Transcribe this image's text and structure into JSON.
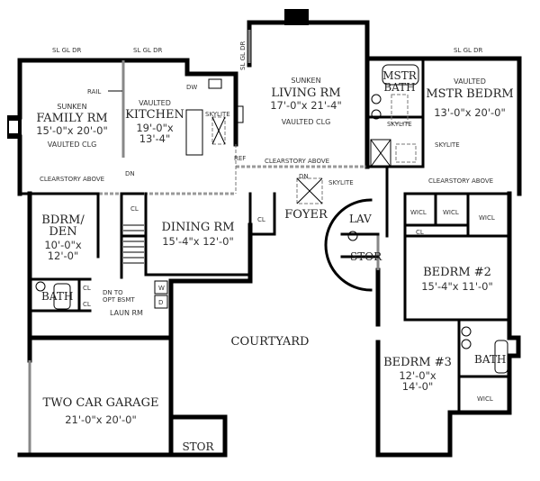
{
  "plan": {
    "door_label": "SL GL DR",
    "rooms": {
      "family": {
        "qualifier": "SUNKEN",
        "name": "FAMILY RM",
        "size": "15'-0\"x 20'-0\"",
        "note": "VAULTED CLG"
      },
      "kitchen": {
        "qualifier": "VAULTED",
        "name": "KITCHEN",
        "size_line1": "19'-0\"x",
        "size_line2": "13'-4\""
      },
      "living": {
        "qualifier": "SUNKEN",
        "name": "LIVING RM",
        "size": "17'-0\"x 21'-4\"",
        "note": "VAULTED CLG"
      },
      "master_bath": {
        "name_line1": "MSTR",
        "name_line2": "BATH"
      },
      "master_bed": {
        "qualifier": "VAULTED",
        "name": "MSTR BEDRM",
        "size": "13'-0\"x 20'-0\""
      },
      "bdrm_den": {
        "name_line1": "BDRM/",
        "name_line2": "DEN",
        "size_line1": "10'-0\"x",
        "size_line2": "12'-0\""
      },
      "dining": {
        "name": "DINING RM",
        "size": "15'-4\"x 12'-0\""
      },
      "foyer": {
        "name": "FOYER"
      },
      "lav": {
        "name": "LAV"
      },
      "stor_hall": {
        "name": "STOR"
      },
      "bedrm2": {
        "name": "BEDRM #2",
        "size": "15'-4\"x 11'-0\""
      },
      "bedrm3": {
        "name": "BEDRM #3",
        "size_line1": "12'-0\"x",
        "size_line2": "14'-0\""
      },
      "bath_left": {
        "name": "BATH"
      },
      "bath_right": {
        "name": "BATH"
      },
      "laundry": {
        "name": "LAUN RM"
      },
      "courtyard": {
        "name": "COURTYARD"
      },
      "garage": {
        "name": "TWO CAR GARAGE",
        "size": "21'-0\"x 20'-0\""
      },
      "garage_stor": {
        "name": "STOR"
      }
    },
    "annotations": {
      "rail": "RAIL",
      "skylite": "SKYLITE",
      "clearstory": "CLEARSTORY ABOVE",
      "dn": "DN",
      "dn_bsmt_line1": "DN TO",
      "dn_bsmt_line2": "OPT BSMT",
      "closet": "CL",
      "walk_in_closet": "WICL",
      "dishwasher": "DW",
      "refrigerator": "REF",
      "washer": "W",
      "dryer": "D"
    }
  }
}
